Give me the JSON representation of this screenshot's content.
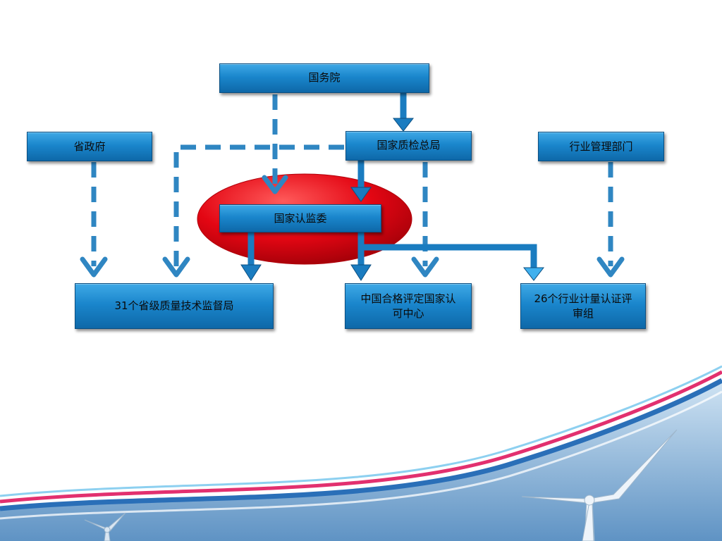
{
  "nodes": {
    "state_council": "国务院",
    "provincial_gov": "省政府",
    "aqsiq": "国家质检总局",
    "industry_dept": "行业管理部门",
    "cnca": "国家认监委",
    "provincial_bureaus": "31个省级质量技术监督局",
    "cnas": "中国合格评定国家认可中心",
    "industry_groups": "26个行业计量认证评审组"
  },
  "colors": {
    "box": "#1a86cc",
    "arrow": "#2f86c2",
    "highlight": "#e30613",
    "swoosh_pink": "#e2306f",
    "swoosh_blue": "#2a6fb8"
  }
}
